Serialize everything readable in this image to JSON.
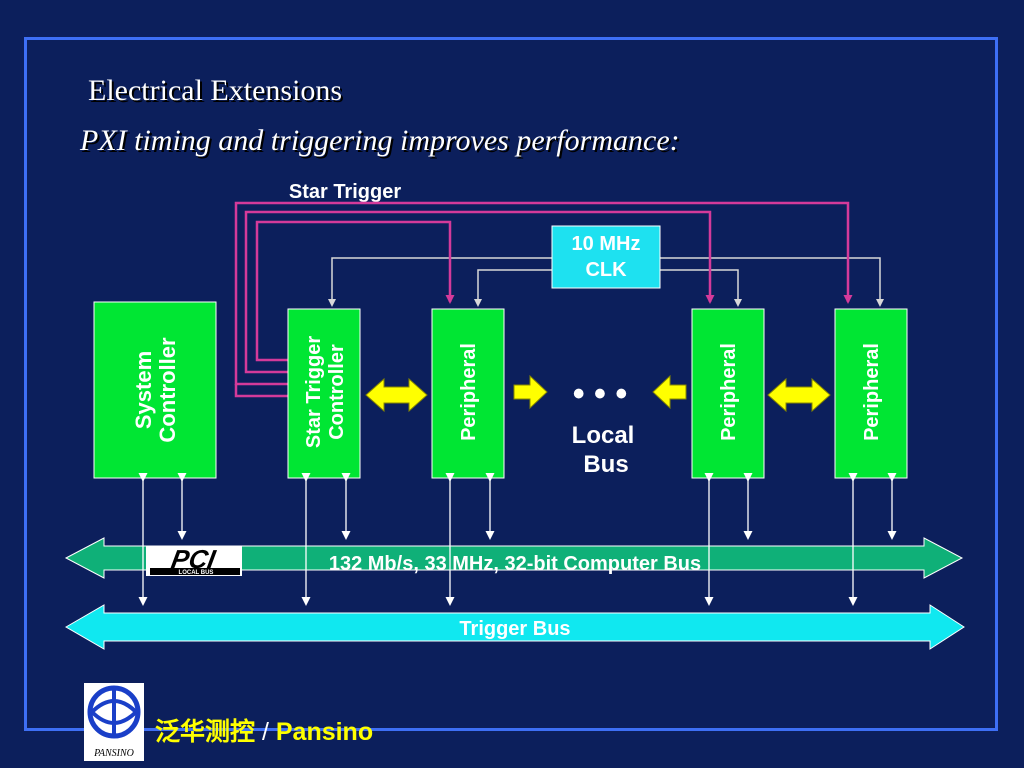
{
  "title": "Electrical Extensions",
  "subtitle": "PXI timing and triggering improves performance:",
  "diagram": {
    "star_trigger_label": "Star Trigger",
    "clock": {
      "line1": "10 MHz",
      "line2": "CLK"
    },
    "system_controller": {
      "line1": "System",
      "line2": "Controller"
    },
    "star_trigger_controller": {
      "line1": "Star Trigger",
      "line2": "Controller"
    },
    "peripherals": [
      "Peripheral",
      "Peripheral",
      "Peripheral"
    ],
    "ellipsis": "• • •",
    "local_bus": {
      "line1": "Local",
      "line2": "Bus"
    },
    "pci_logo": "PCI",
    "pci_logo_sub": "LOCAL BUS",
    "computer_bus_label": "132 Mb/s, 33 MHz, 32-bit Computer Bus",
    "trigger_bus_label": "Trigger Bus"
  },
  "footer": {
    "logo_text": "PANSINO",
    "company_cn": "泛华测控",
    "separator": " / ",
    "company_en": "Pansino"
  },
  "colors": {
    "background": "#0c1f5c",
    "frame": "#3e6ff5",
    "box_green": "#00e633",
    "clock_cyan": "#1ee1f0",
    "bus_green": "#0fb078",
    "trigger_cyan": "#10e8f0",
    "star_line": "#d43a9a",
    "arrow_yellow": "#ffff00",
    "footer_text": "#ffff00"
  }
}
